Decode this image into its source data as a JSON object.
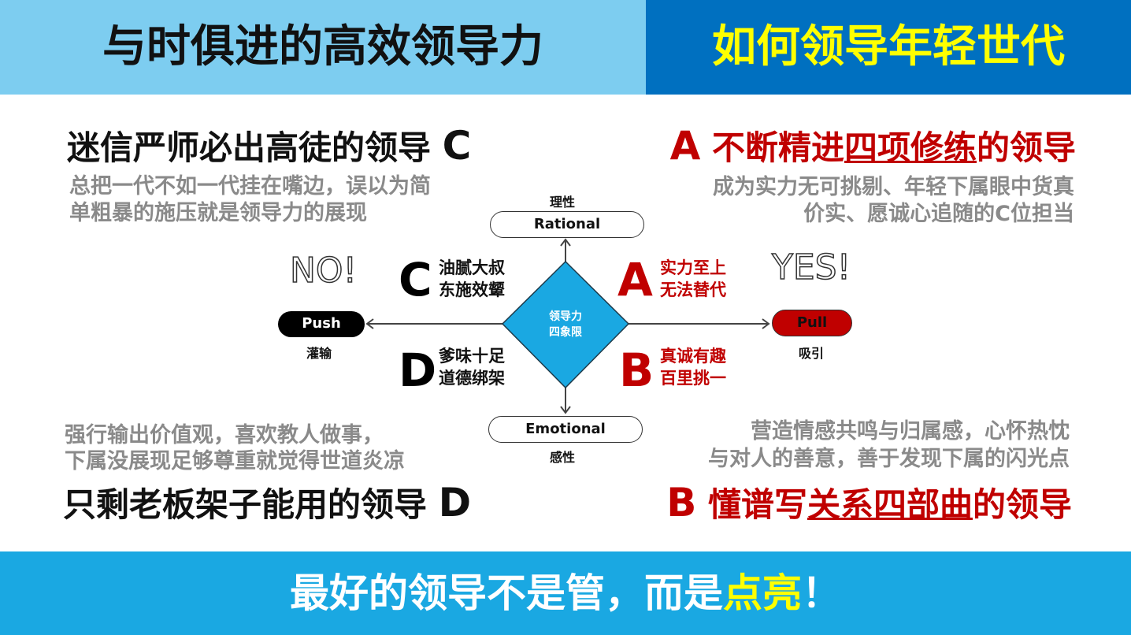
{
  "header": {
    "left_title": "与时俱进的高效领导力",
    "right_title": "如何领导年轻世代"
  },
  "quadrants": {
    "c": {
      "letter": "C",
      "title": "迷信严师必出高徒的领导",
      "desc": [
        "总把一代不如一代挂在嘴边，误以为简",
        "单粗暴的施压就是领导力的展现"
      ]
    },
    "a": {
      "letter": "A",
      "title_pre": "不断精进",
      "title_underline": "四项修练",
      "title_post": "的领导",
      "desc": [
        "成为实力无可挑剔、年轻下属眼中货真",
        "价实、愿诚心追随的C位担当"
      ]
    },
    "d": {
      "letter": "D",
      "title": "只剩老板架子能用的领导",
      "desc": [
        "强行输出价值观，喜欢教人做事，",
        "下属没展现足够尊重就觉得世道炎凉"
      ]
    },
    "b": {
      "letter": "B",
      "title_pre": "懂谱写",
      "title_underline": "关系四部曲",
      "title_post": "的领导",
      "desc": [
        "营造情感共鸣与归属感，心怀热忱",
        "与对人的善意，善于发现下属的闪光点"
      ]
    }
  },
  "diagram": {
    "top": {
      "label": "Rational",
      "cn": "理性"
    },
    "bottom": {
      "label": "Emotional",
      "cn": "感性"
    },
    "left": {
      "label": "Push",
      "cn": "灌输"
    },
    "right": {
      "label": "Pull",
      "cn": "吸引"
    },
    "center": [
      "领导力",
      "四象限"
    ],
    "no": "NO!",
    "yes": "YES!",
    "c": {
      "letter": "C",
      "lines": [
        "油腻大叔",
        "东施效颦"
      ]
    },
    "a": {
      "letter": "A",
      "lines": [
        "实力至上",
        "无法替代"
      ]
    },
    "d": {
      "letter": "D",
      "lines": [
        "爹味十足",
        "道德绑架"
      ]
    },
    "b": {
      "letter": "B",
      "lines": [
        "真诚有趣",
        "百里挑一"
      ]
    }
  },
  "footer": {
    "pre": "最好的领导不是管，而是",
    "highlight": "点亮",
    "post": "！"
  },
  "colors": {
    "red": "#c00000",
    "diamond": "#1aa8e2",
    "yellow": "#ffff00"
  }
}
